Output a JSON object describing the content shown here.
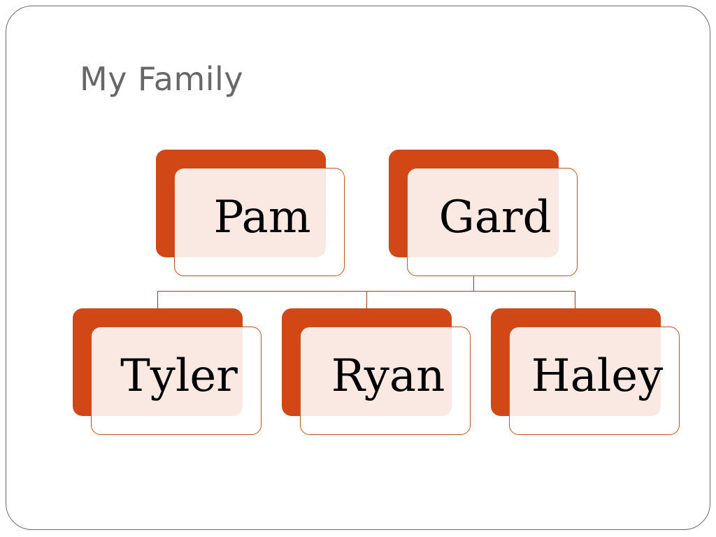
{
  "slide": {
    "title": "My Family"
  },
  "diagram": {
    "parents": [
      {
        "name": "Pam"
      },
      {
        "name": "Gard"
      }
    ],
    "children": [
      {
        "name": "Tyler"
      },
      {
        "name": "Ryan"
      },
      {
        "name": "Haley"
      }
    ]
  },
  "colors": {
    "accent": "#d24716",
    "box_fill": "#fbe9e3",
    "connector": "#a23c16",
    "title": "#676767",
    "border": "#6b6b6b"
  }
}
